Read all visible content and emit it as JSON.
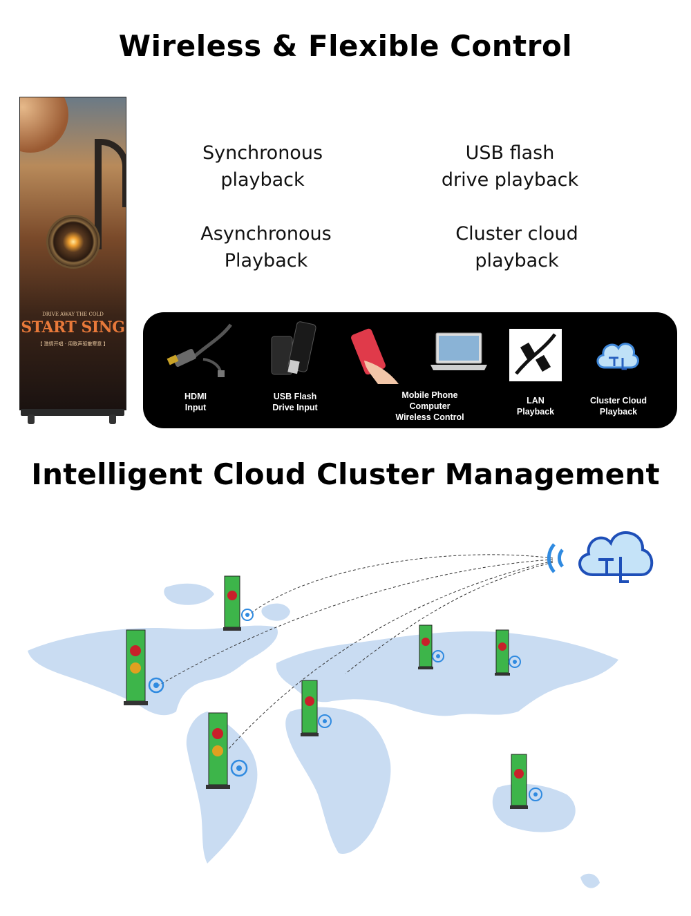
{
  "headings": {
    "top": "Wireless & Flexible Control",
    "bottom": "Intelligent Cloud Cluster Management"
  },
  "poster": {
    "tagline": "DRIVE AWAY THE COLD",
    "headline": "START SING",
    "subline": "【 激情开唱 · 用歌声驱散寒意 】"
  },
  "features": {
    "sync": [
      "Synchronous",
      "playback"
    ],
    "usb": [
      "USB flash",
      "drive playback"
    ],
    "async": [
      "Asynchronous",
      "Playback"
    ],
    "cloud": [
      "Cluster cloud",
      "playback"
    ]
  },
  "inputs": [
    {
      "icon": "hdmi-cable-icon",
      "label": [
        "HDMI",
        "Input"
      ]
    },
    {
      "icon": "usb-flash-drive-icon",
      "label": [
        "USB Flash",
        "Drive Input"
      ]
    },
    {
      "icon": "mobile-phone-laptop-icon",
      "label": [
        "Mobile Phone",
        "Computer",
        "Wireless Control"
      ]
    },
    {
      "icon": "lan-cable-icon",
      "label": [
        "LAN",
        "Playback"
      ]
    },
    {
      "icon": "cluster-cloud-icon",
      "label": [
        "Cluster Cloud",
        "Playback"
      ]
    }
  ],
  "colors": {
    "map": "#c9dcf2",
    "pin": "#2f8ae0",
    "cloud": "#1e4fb8",
    "screen": "#3db54a"
  }
}
